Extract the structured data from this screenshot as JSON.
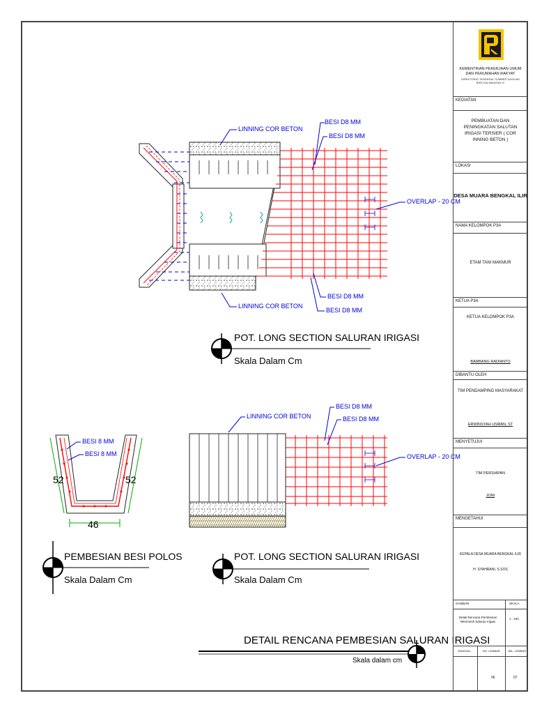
{
  "drawing": {
    "section1_title": "POT. LONG SECTION SALURAN IRIGASI",
    "section1_scale": "Skala Dalam Cm",
    "section2_title": "POT. LONG SECTION SALURAN IRIGASI",
    "section2_scale": "Skala Dalam Cm",
    "section3_title": "PEMBESIAN BESI POLOS",
    "section3_scale": "Skala Dalam Cm",
    "main_title": "DETAIL RENCANA PEMBESIAN SALURAN IRIGASI",
    "main_scale": "Skala dalam cm",
    "label_linning_top": "LINNING COR BETON",
    "label_linning_bottom": "LINNING COR BETON",
    "label_linning_2": "LINNING COR BETON",
    "label_besi_d8_1": "BESI D8 MM",
    "label_besi_d8_2": "BESI D8 MM",
    "label_besi_d8_3": "BESI D8 MM",
    "label_besi_d8_4": "BESI D8 MM",
    "label_besi_d8_5": "BESI D8 MM",
    "label_besi_d8_6": "BESI D8 MM",
    "label_overlap_1": "OVERLAP - 20 CM",
    "label_overlap_2": "OVERLAP - 20 CM",
    "label_besi8_a": "BESI 8 MM",
    "label_besi8_b": "BESI 8 MM",
    "dim_left": "52",
    "dim_right": "52",
    "dim_bottom": "46",
    "color_rebar": "#ff0000",
    "color_dim": "#00aa00",
    "color_blue": "#0000dd"
  },
  "title_block": {
    "ministry_line1": "KEMENTRIAN PEKERJAAN UMUM",
    "ministry_line2": "DAN PERUMAHAN RAKYAT",
    "ministry_line3": "DIREKTORAT JENDERAL SUMBER DAYA AIR",
    "ministry_line4": "BWS KALIMANTAN IV",
    "kegiatan_hd": "KEGIATAN",
    "kegiatan": "PEMBUATAN DAN PENINGKATAN SALUTAN IRIGASI TERSIER ( COR INNING BETON )",
    "lokasi_hd": "LOKASI",
    "lokasi": "DESA MUARA BENGKAL ILIR",
    "nama_kelompok_hd": "NAMA KELOMPOK P3A",
    "nama_kelompok": "ETAM TANI MAKMUR",
    "ketua_hd": "KETUA P3A",
    "ketua_role": "KETUA KELOMPOK P3A",
    "ketua_name": "BAMBANG RADIANTO",
    "dibantu_hd": "DIBANTU OLEH",
    "dibantu_role": "TIM PENDAMPING MASYARAKAT",
    "dibantu_name": "ERWINSYAH USMAN, ST",
    "menyetujui_hd": "MENYETUJUI",
    "menyetujui_role": "TIM PERSIAPAN",
    "menyetujui_name": "JONI",
    "mengetahui_hd": "MENGETAHUI",
    "mengetahui_role": "KEPALA DESA MUARA BENGKAL ILIR",
    "mengetahui_name": "H. SYAHRANI, S.SOS",
    "gambar_hd": "GAMBAR",
    "skala_hd": "SKALA",
    "gambar": "Detail Rencana Pembesian Wiremesh Saluran Irigasi",
    "skala": "1 : 100",
    "tanggal_hd": "TANGGAL",
    "no_lembar_hd": "NO. LEMBAR",
    "jml_lembar_hd": "JML. LEMBAR",
    "no_lembar": "06",
    "jml_lembar": "07"
  }
}
